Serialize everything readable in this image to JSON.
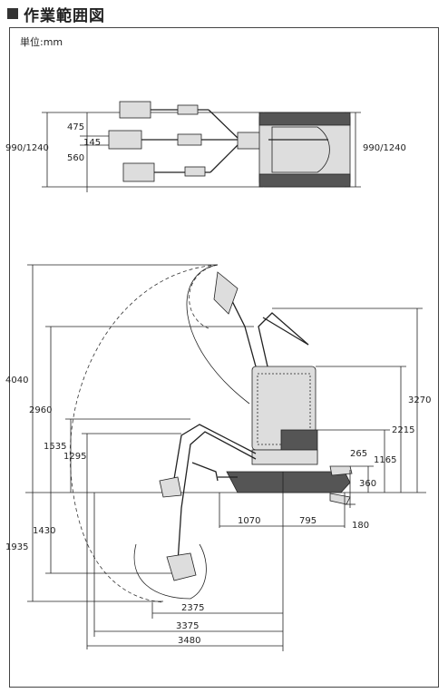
{
  "title": "作業範囲図",
  "unit": "単位:mm",
  "top_view": {
    "dim_475": "475",
    "dim_145": "145",
    "dim_560": "560",
    "dim_left_width": "990/1240",
    "dim_right_width": "990/1240"
  },
  "side_view": {
    "dim_4040": "4040",
    "dim_2960": "2960",
    "dim_1535": "1535",
    "dim_1295": "1295",
    "dim_1430": "1430",
    "dim_1935": "1935",
    "dim_3270": "3270",
    "dim_2215": "2215",
    "dim_1165": "1165",
    "dim_265": "265",
    "dim_360": "360",
    "dim_180": "180",
    "dim_1070": "1070",
    "dim_795": "795",
    "dim_2375": "2375",
    "dim_3375": "3375",
    "dim_3480": "3480"
  }
}
